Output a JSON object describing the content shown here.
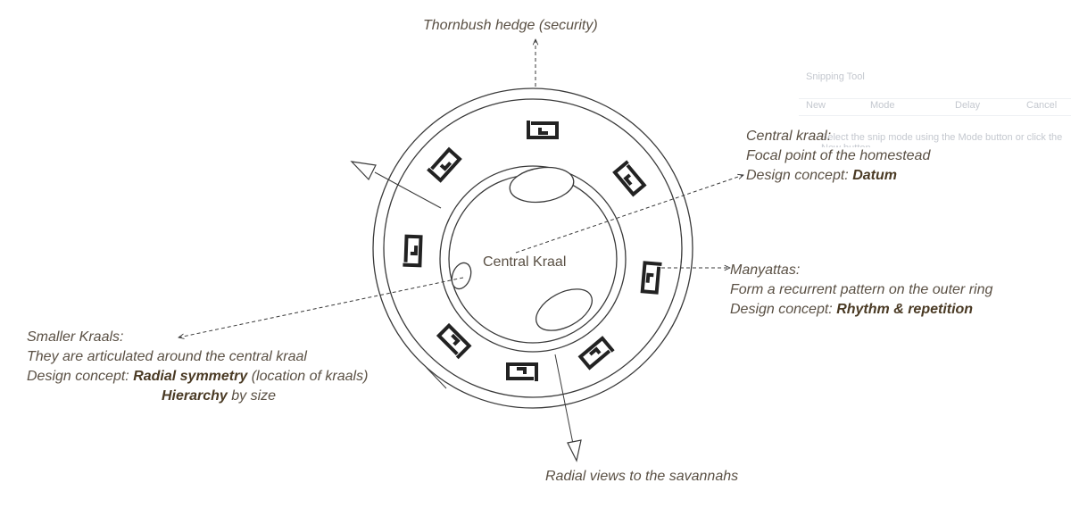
{
  "labels": {
    "hedge": "Thornbush hedge (security)",
    "central_title": "Central kraal:",
    "central_desc": "Focal point of the homestead",
    "concept_prefix": "Design concept: ",
    "central_concept": "Datum",
    "center": "Central Kraal",
    "manyattas_title": "Manyattas:",
    "manyattas_desc": "Form a recurrent pattern on the outer ring",
    "manyattas_concept": "Rhythm & repetition",
    "smaller_title": "Smaller Kraals:",
    "smaller_desc": "They are articulated around the central kraal",
    "smaller_concept": "Radial symmetry",
    "smaller_concept_note": " (location of kraals)",
    "hierarchy": "Hierarchy",
    "hierarchy_note": " by size",
    "views": "Radial views to the savannahs"
  },
  "ghost_window": {
    "title": "Snipping Tool",
    "menu": [
      "New",
      "Mode",
      "Delay",
      "Cancel"
    ],
    "hint": "Select the snip mode using the Mode button or click the New button."
  },
  "colors": {
    "ink": "#5a5044",
    "emphasis": "#4a3a24",
    "line": "#3a3a3a",
    "hut": "#222222"
  }
}
